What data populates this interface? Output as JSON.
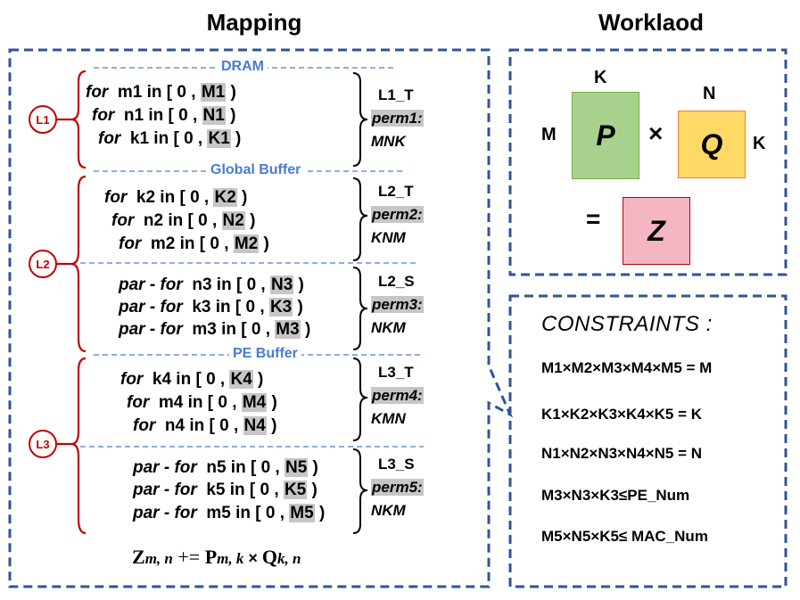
{
  "mapping": {
    "title": "Mapping",
    "buffers": [
      "DRAM",
      "Global Buffer",
      "PE Buffer"
    ],
    "levels": [
      {
        "badge": "L1",
        "blocks": [
          {
            "perm_label": "L1_T",
            "perm_name": "perm1:",
            "perm_order": "MNK",
            "loops": [
              {
                "kw": "for",
                "var": "m1",
                "mid": " in [ 0 , ",
                "bound": "M1",
                "end": " )"
              },
              {
                "kw": "for",
                "var": "n1",
                "mid": " in [ 0 , ",
                "bound": "N1",
                "end": " )"
              },
              {
                "kw": "for",
                "var": "k1",
                "mid": " in [ 0 , ",
                "bound": "K1",
                "end": " )"
              }
            ]
          }
        ]
      },
      {
        "badge": "L2",
        "blocks": [
          {
            "perm_label": "L2_T",
            "perm_name": "perm2:",
            "perm_order": "KNM",
            "loops": [
              {
                "kw": "for",
                "var": "k2",
                "mid": " in [ 0 , ",
                "bound": "K2",
                "end": " )"
              },
              {
                "kw": "for",
                "var": "n2",
                "mid": " in [ 0 , ",
                "bound": "N2",
                "end": " )"
              },
              {
                "kw": "for",
                "var": "m2",
                "mid": " in [ 0 , ",
                "bound": "M2",
                "end": " )"
              }
            ]
          },
          {
            "perm_label": "L2_S",
            "perm_name": "perm3:",
            "perm_order": "NKM",
            "loops": [
              {
                "kw": "par - for",
                "var": "n3",
                "mid": " in [ 0 , ",
                "bound": "N3",
                "end": " )"
              },
              {
                "kw": "par - for",
                "var": "k3",
                "mid": " in [ 0 , ",
                "bound": "K3",
                "end": " )"
              },
              {
                "kw": "par - for",
                "var": "m3",
                "mid": " in [ 0 , ",
                "bound": "M3",
                "end": " )"
              }
            ]
          }
        ]
      },
      {
        "badge": "L3",
        "blocks": [
          {
            "perm_label": "L3_T",
            "perm_name": "perm4:",
            "perm_order": "KMN",
            "loops": [
              {
                "kw": "for",
                "var": "k4",
                "mid": " in [ 0 , ",
                "bound": "K4",
                "end": " )"
              },
              {
                "kw": "for",
                "var": "m4",
                "mid": " in [ 0 , ",
                "bound": "M4",
                "end": " )"
              },
              {
                "kw": "for",
                "var": "n4",
                "mid": " in [ 0 , ",
                "bound": "N4",
                "end": " )"
              }
            ]
          },
          {
            "perm_label": "L3_S",
            "perm_name": "perm5:",
            "perm_order": "NKM",
            "loops": [
              {
                "kw": "par - for",
                "var": "n5",
                "mid": " in [ 0 , ",
                "bound": "N5",
                "end": " )"
              },
              {
                "kw": "par - for",
                "var": "k5",
                "mid": " in [ 0 , ",
                "bound": "K5",
                "end": " )"
              },
              {
                "kw": "par - for",
                "var": "m5",
                "mid": " in [ 0 , ",
                "bound": "M5",
                "end": " )"
              }
            ]
          }
        ]
      }
    ],
    "formula": {
      "z": "Z",
      "z_sub": "m, n",
      "op": " += ",
      "p": "P",
      "p_sub": "m, k",
      "times": " × ",
      "q": "Q",
      "q_sub": "k, n"
    }
  },
  "workload": {
    "title": "Worklaod",
    "P": {
      "label": "P",
      "rows": "M",
      "cols": "K",
      "color": "#a9d18e",
      "border": "#70ad47"
    },
    "Q": {
      "label": "Q",
      "rows": "K",
      "cols": "N",
      "color": "#ffd966",
      "border": "#ed7d31"
    },
    "Z": {
      "label": "Z",
      "color": "#f4b6c2",
      "border": "#c00000"
    },
    "times": "×",
    "equals": "="
  },
  "constraints": {
    "title": "CONSTRAINTS :",
    "items": [
      "M1×M2×M3×M4×M5 = M",
      "K1×K2×K3×K4×K5 = K",
      "N1×N2×N3×N4×N5 = N",
      "M3×N3×K3≤PE_Num",
      "M5×N5×K5≤ MAC_Num"
    ]
  },
  "colors": {
    "frame": "#2f5597",
    "buffer_line": "#4a7ccf",
    "level_brace": "#c00000",
    "highlight": "#c6c6c6"
  }
}
